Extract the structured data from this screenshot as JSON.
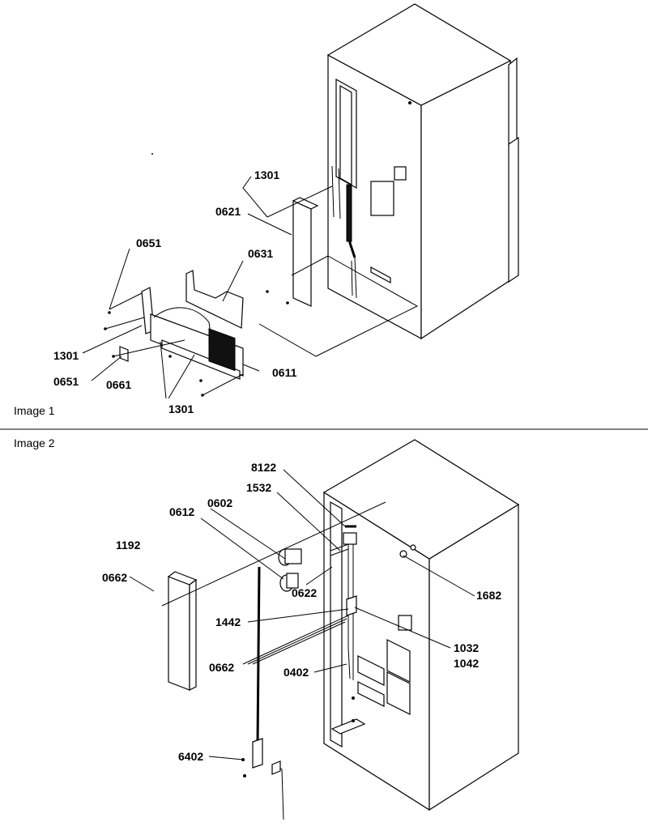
{
  "panels": [
    {
      "caption": "Image 1",
      "callouts": [
        "1301",
        "0621",
        "0651",
        "0631",
        "1301",
        "0651",
        "0661",
        "0611",
        "1301"
      ]
    },
    {
      "caption": "Image 2",
      "callouts": [
        "8122",
        "1532",
        "0612",
        "0602",
        "1192",
        "0662",
        "0622",
        "1682",
        "1442",
        "1032",
        "1042",
        "0662",
        "0402",
        "6402"
      ]
    }
  ]
}
